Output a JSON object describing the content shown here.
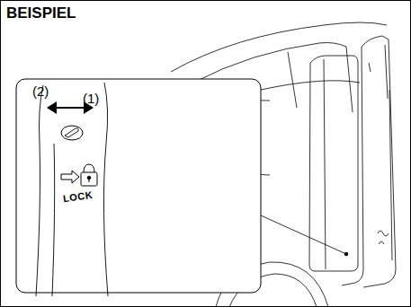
{
  "diagram": {
    "title": "BEISPIEL",
    "labels": [
      "(2)",
      "(1)",
      "LOCK"
    ]
  }
}
